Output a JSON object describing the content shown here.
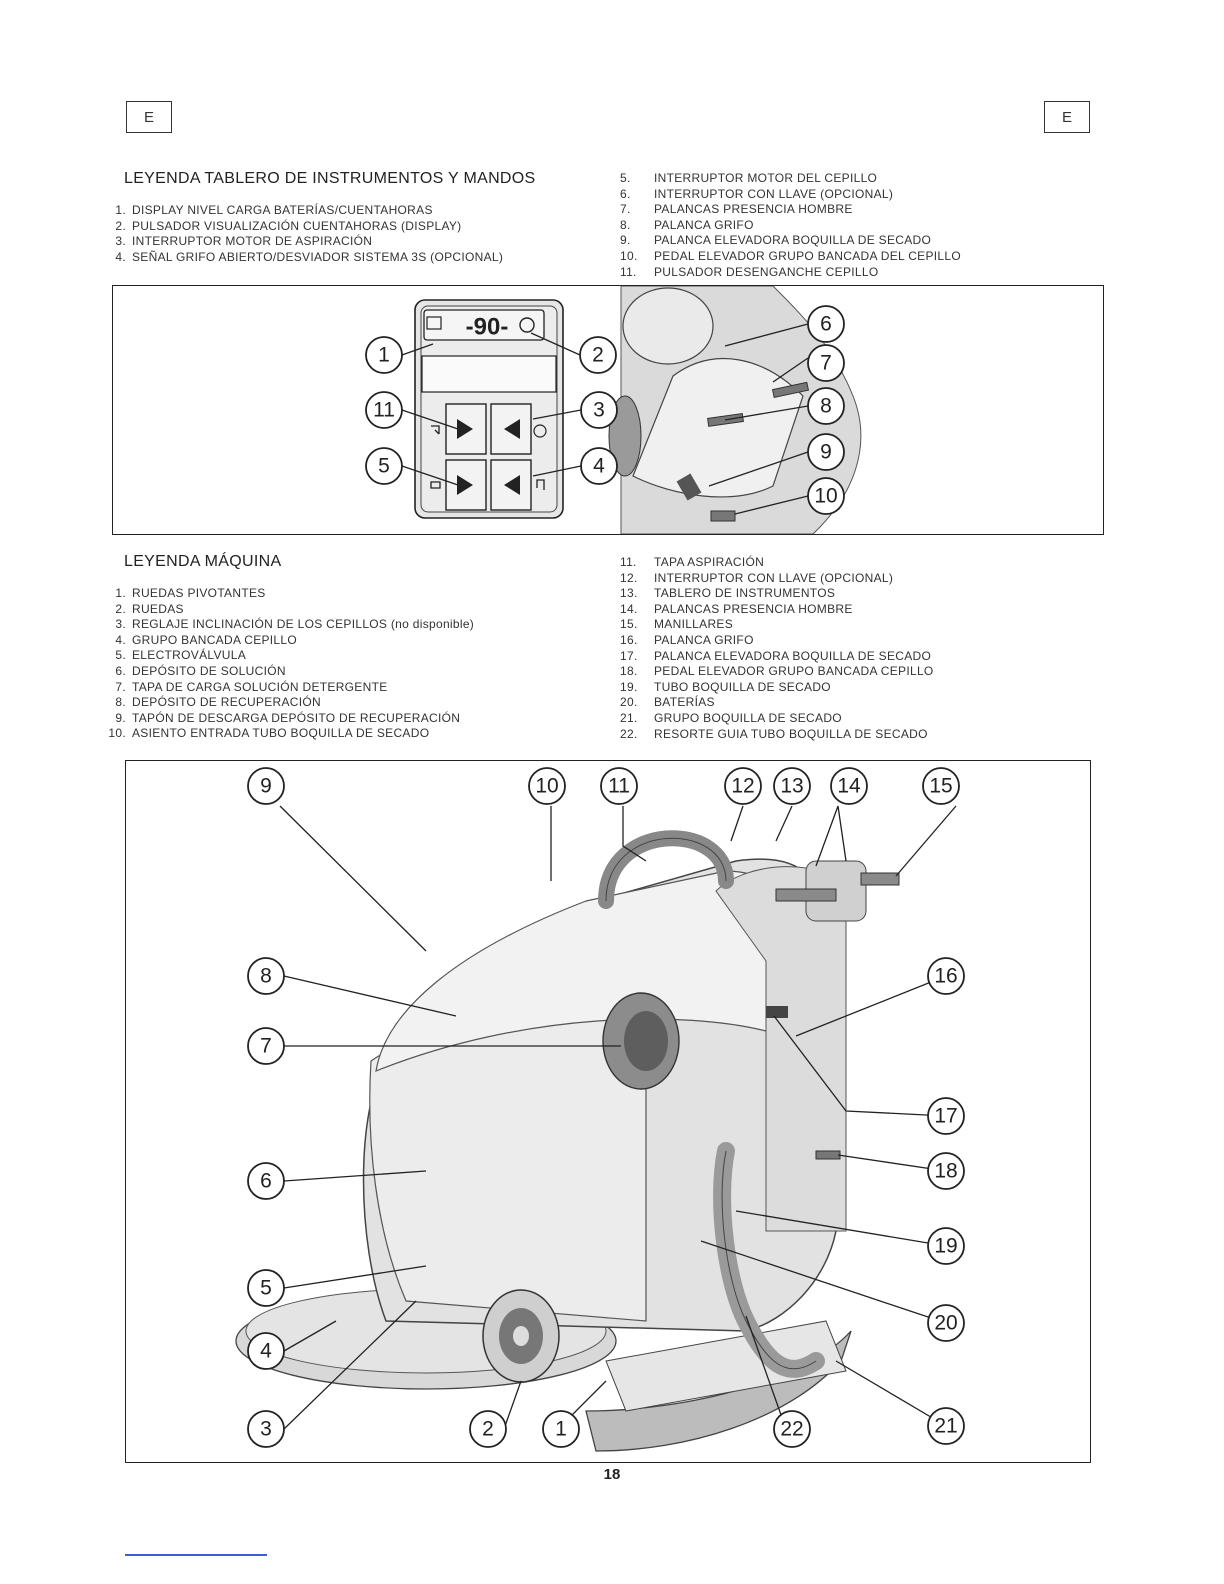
{
  "lang_marker": "E",
  "panel_legend": {
    "title": "LEYENDA TABLERO DE INSTRUMENTOS Y MANDOS",
    "left": [
      {
        "n": "1.",
        "t": "DISPLAY NIVEL CARGA BATERÍAS/CUENTAHORAS"
      },
      {
        "n": "2.",
        "t": "PULSADOR VISUALIZACIÓN CUENTAHORAS (DISPLAY)"
      },
      {
        "n": "3.",
        "t": "INTERRUPTOR MOTOR DE ASPIRACIÓN"
      },
      {
        "n": "4.",
        "t": "SEÑAL GRIFO ABIERTO/DESVIADOR SISTEMA 3S (OPCIONAL)"
      }
    ],
    "right": [
      {
        "n": "5.",
        "t": "INTERRUPTOR MOTOR DEL CEPILLO"
      },
      {
        "n": "6.",
        "t": "INTERRUPTOR CON LLAVE (OPCIONAL)"
      },
      {
        "n": "7.",
        "t": "PALANCAS PRESENCIA HOMBRE"
      },
      {
        "n": "8.",
        "t": "PALANCA GRIFO"
      },
      {
        "n": "9.",
        "t": "PALANCA ELEVADORA BOQUILLA DE SECADO"
      },
      {
        "n": "10.",
        "t": "PEDAL ELEVADOR GRUPO BANCADA DEL CEPILLO"
      },
      {
        "n": "11.",
        "t": "PULSADOR DESENGANCHE CEPILLO"
      }
    ]
  },
  "display_readout": "-90-",
  "panel_callouts": [
    "1",
    "2",
    "3",
    "4",
    "5",
    "6",
    "7",
    "8",
    "9",
    "10",
    "11"
  ],
  "machine_legend": {
    "title": "LEYENDA MÁQUINA",
    "left": [
      {
        "n": "1.",
        "t": "RUEDAS PIVOTANTES"
      },
      {
        "n": "2.",
        "t": "RUEDAS"
      },
      {
        "n": "3.",
        "t": "REGLAJE INCLINACIÓN DE LOS CEPILLOS (no disponible)"
      },
      {
        "n": "4.",
        "t": "GRUPO BANCADA CEPILLO"
      },
      {
        "n": "5.",
        "t": "ELECTROVÁLVULA"
      },
      {
        "n": "6.",
        "t": "DEPÓSITO DE SOLUCIÓN"
      },
      {
        "n": "7.",
        "t": "TAPA DE CARGA SOLUCIÓN DETERGENTE"
      },
      {
        "n": "8.",
        "t": "DEPÓSITO DE RECUPERACIÓN"
      },
      {
        "n": "9.",
        "t": "TAPÓN DE DESCARGA DEPÓSITO DE RECUPERACIÓN"
      },
      {
        "n": "10.",
        "t": "ASIENTO ENTRADA TUBO BOQUILLA DE SECADO"
      }
    ],
    "right": [
      {
        "n": "11.",
        "t": "TAPA ASPIRACIÓN"
      },
      {
        "n": "12.",
        "t": "INTERRUPTOR CON LLAVE (OPCIONAL)"
      },
      {
        "n": "13.",
        "t": "TABLERO DE INSTRUMENTOS"
      },
      {
        "n": "14.",
        "t": "PALANCAS PRESENCIA HOMBRE"
      },
      {
        "n": "15.",
        "t": "MANILLARES"
      },
      {
        "n": "16.",
        "t": "PALANCA GRIFO"
      },
      {
        "n": "17.",
        "t": "PALANCA ELEVADORA BOQUILLA DE SECADO"
      },
      {
        "n": "18.",
        "t": "PEDAL ELEVADOR GRUPO BANCADA CEPILLO"
      },
      {
        "n": "19.",
        "t": "TUBO BOQUILLA DE SECADO"
      },
      {
        "n": "20.",
        "t": "BATERÍAS"
      },
      {
        "n": "21.",
        "t": "GRUPO BOQUILLA DE SECADO"
      },
      {
        "n": "22.",
        "t": "RESORTE GUIA TUBO BOQUILLA DE SECADO"
      }
    ]
  },
  "machine_callouts": [
    "1",
    "2",
    "3",
    "4",
    "5",
    "6",
    "7",
    "8",
    "9",
    "10",
    "11",
    "12",
    "13",
    "14",
    "15",
    "16",
    "17",
    "18",
    "19",
    "20",
    "21",
    "22"
  ],
  "page_number": "18"
}
